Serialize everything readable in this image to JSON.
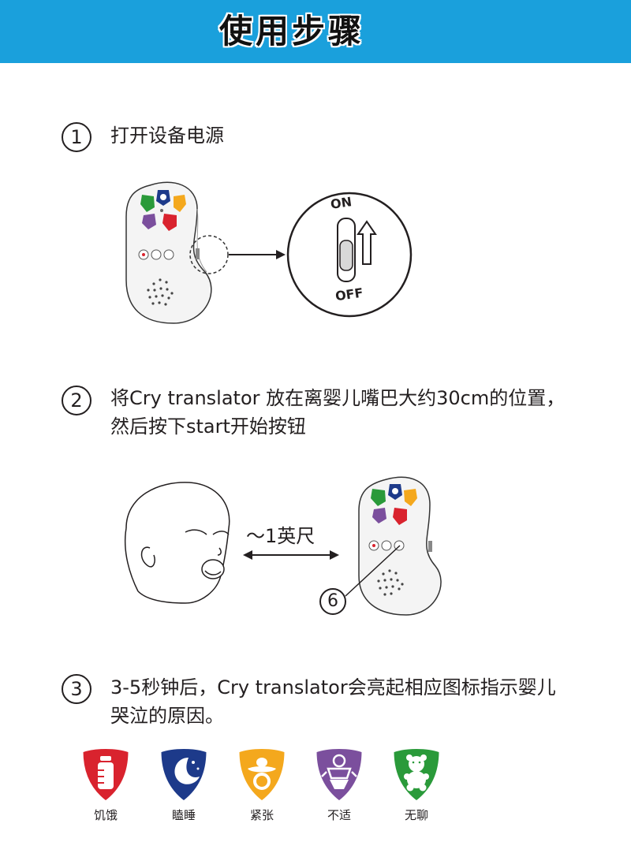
{
  "header": {
    "title": "使用步骤",
    "color": "#1aa0dc"
  },
  "steps": [
    {
      "num": "1",
      "text": "打开设备电源"
    },
    {
      "num": "2",
      "text_line1": "将Cry translator 放在离婴儿嘴巴大约30cm的位置，",
      "text_line2": "然后按下start开始按钮"
    },
    {
      "num": "3",
      "text_line1": "3-5秒钟后，Cry translator会亮起相应图标指示婴儿",
      "text_line2": "哭泣的原因。"
    }
  ],
  "switch": {
    "on_label": "ON",
    "off_label": "OFF"
  },
  "distance": {
    "label": "～1英尺"
  },
  "callout": {
    "num": "6"
  },
  "icons": [
    {
      "name": "bottle-icon",
      "label": "饥饿",
      "color": "#d9232e"
    },
    {
      "name": "moon-icon",
      "label": "瞌睡",
      "color": "#1d3a8a"
    },
    {
      "name": "pacifier-icon",
      "label": "紧张",
      "color": "#f4a81d"
    },
    {
      "name": "diaper-baby-icon",
      "label": "不适",
      "color": "#7b4f9d"
    },
    {
      "name": "teddy-bear-icon",
      "label": "无聊",
      "color": "#2a9a3a"
    }
  ]
}
